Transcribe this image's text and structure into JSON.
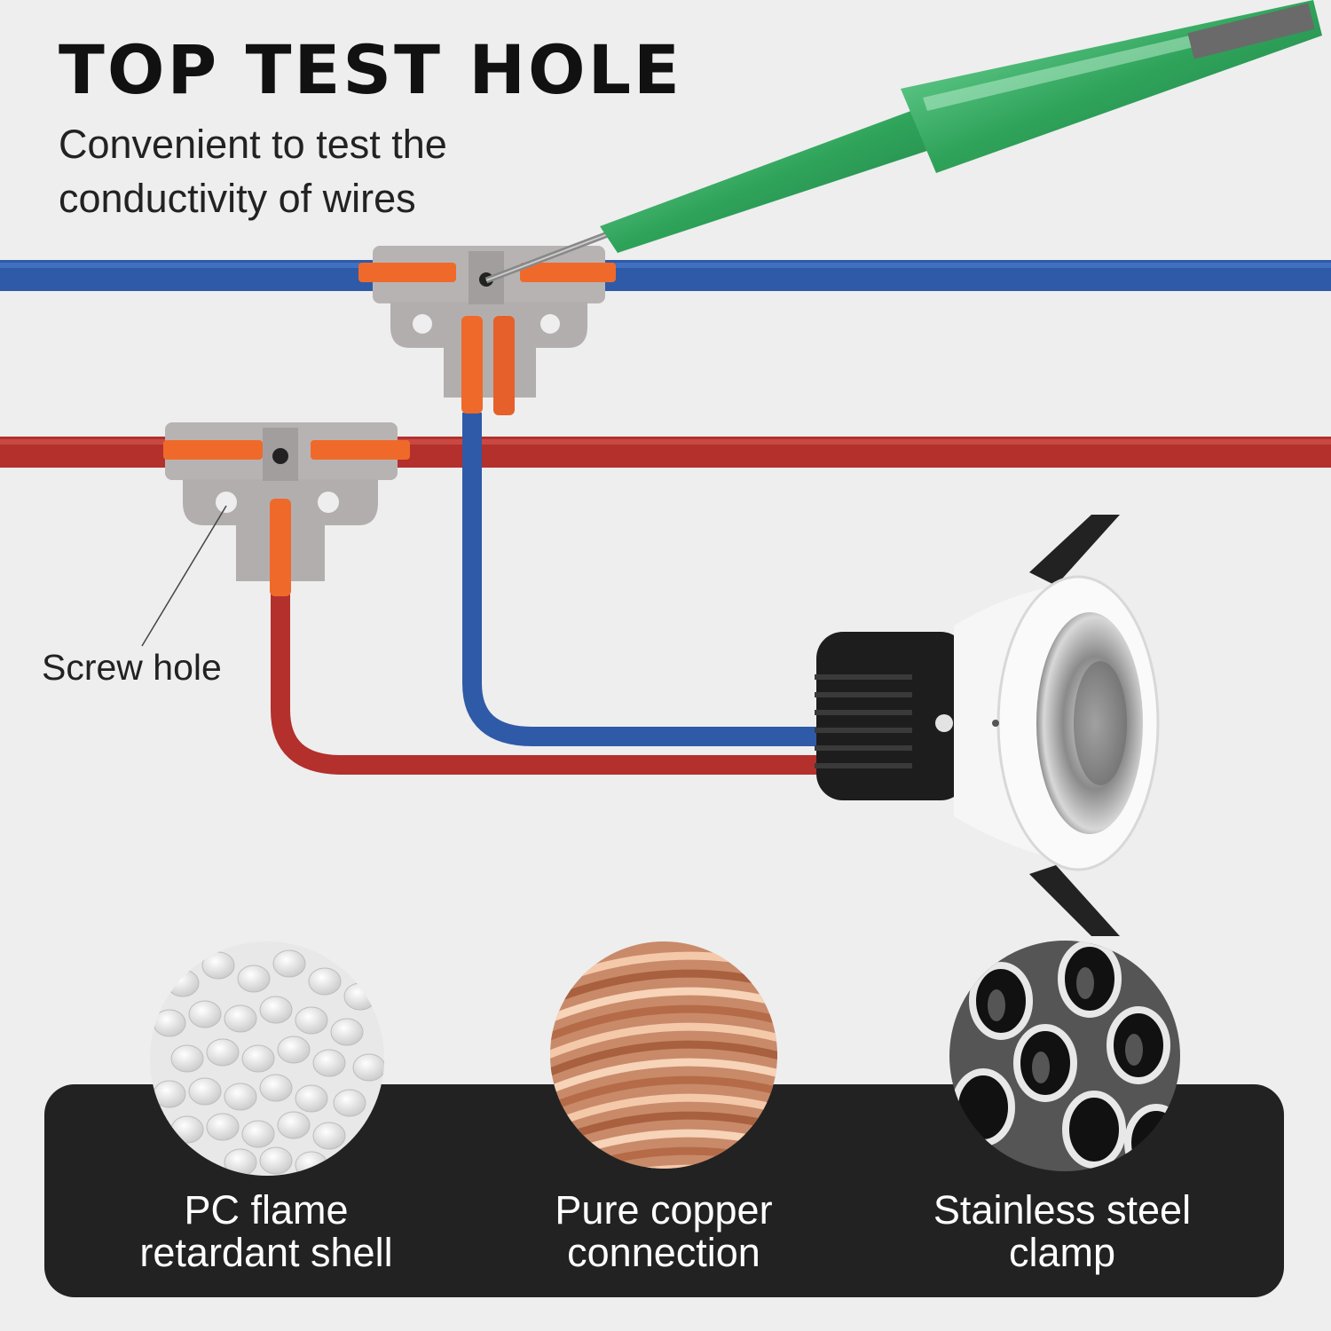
{
  "header": {
    "title": "TOP TEST HOLE",
    "subtitle_line1": "Convenient to test the",
    "subtitle_line2": "conductivity of wires"
  },
  "callouts": {
    "screw_hole": "Screw hole"
  },
  "features": [
    {
      "label_line1": "PC flame",
      "label_line2": "retardant shell",
      "icon": "plastic-pellets-icon"
    },
    {
      "label_line1": "Pure copper",
      "label_line2": "connection",
      "icon": "copper-wire-coil-icon"
    },
    {
      "label_line1": "Stainless steel",
      "label_line2": "clamp",
      "icon": "steel-tubes-icon"
    }
  ],
  "colors": {
    "background": "#eeeeee",
    "blue_wire": "#2f5aa8",
    "red_wire": "#b3302c",
    "connector_body": "#b3aeae",
    "lever": "#ef6a2a",
    "tester": "#2fa35a",
    "panel": "#222222"
  }
}
